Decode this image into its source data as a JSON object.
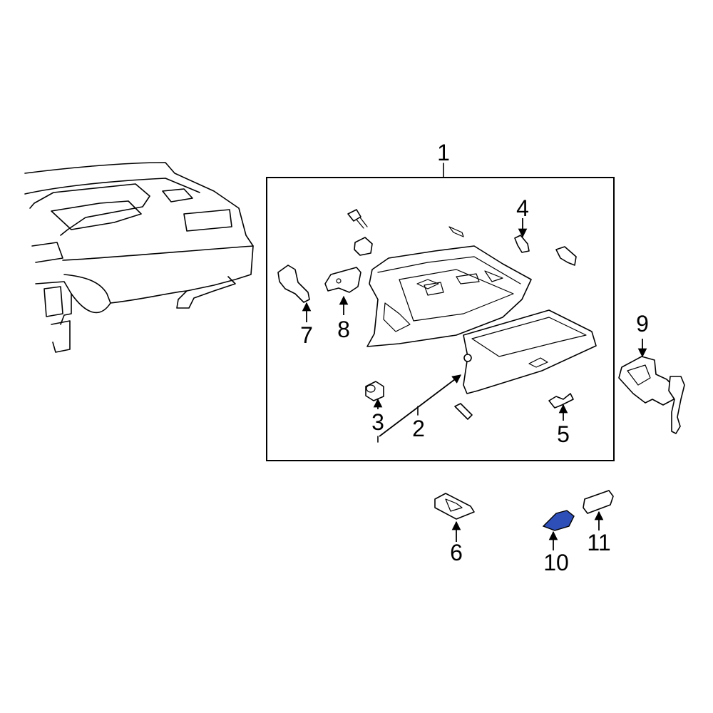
{
  "diagram": {
    "highlight_color": "#2f4fb8",
    "callouts": {
      "c1": "1",
      "c2": "2",
      "c3": "3",
      "c4": "4",
      "c5": "5",
      "c6": "6",
      "c7": "7",
      "c8": "8",
      "c9": "9",
      "c10": "10",
      "c11": "11"
    },
    "highlighted_part": "10"
  }
}
